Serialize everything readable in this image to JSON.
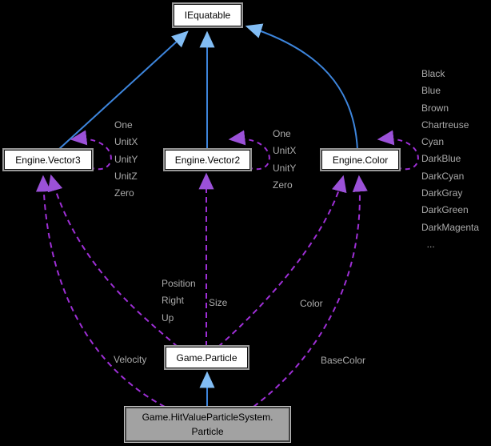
{
  "diagram_type": "doxygen-collaboration-diagram",
  "colors": {
    "background": "#000000",
    "inherit_line": "#3d85dc",
    "inherit_head": "#82bdf4",
    "usage_line": "#9e2fd6",
    "usage_head": "#9b51d8",
    "node_bg": "#ffffff",
    "node_border": "#111111",
    "node_outline": "#989898",
    "selected_bg": "#a2a2a2",
    "selected_border": "#434343",
    "selected_outline": "#c6c6c6",
    "label_text": "#aaaaaa"
  },
  "nodes": {
    "iequatable": {
      "label": "IEquatable"
    },
    "vector3": {
      "label": "Engine.Vector3"
    },
    "vector2": {
      "label": "Engine.Vector2"
    },
    "color": {
      "label": "Engine.Color"
    },
    "particle": {
      "label": "Game.Particle"
    },
    "hitvalue_particle": {
      "label": "Game.HitValueParticleSystem.\nParticle"
    }
  },
  "member_labels": {
    "vector3": "One\nUnitX\nUnitY\nUnitZ\nZero",
    "vector2": "One\nUnitX\nUnitY\nZero",
    "color": "Black\nBlue\nBrown\nChartreuse\nCyan\nDarkBlue\nDarkCyan\nDarkGray\nDarkGreen\nDarkMagenta\n  ..."
  },
  "edge_labels": {
    "position_right_up": "Position\nRight\nUp",
    "size": "Size",
    "color": "Color",
    "velocity": "Velocity",
    "basecolor": "BaseColor"
  }
}
